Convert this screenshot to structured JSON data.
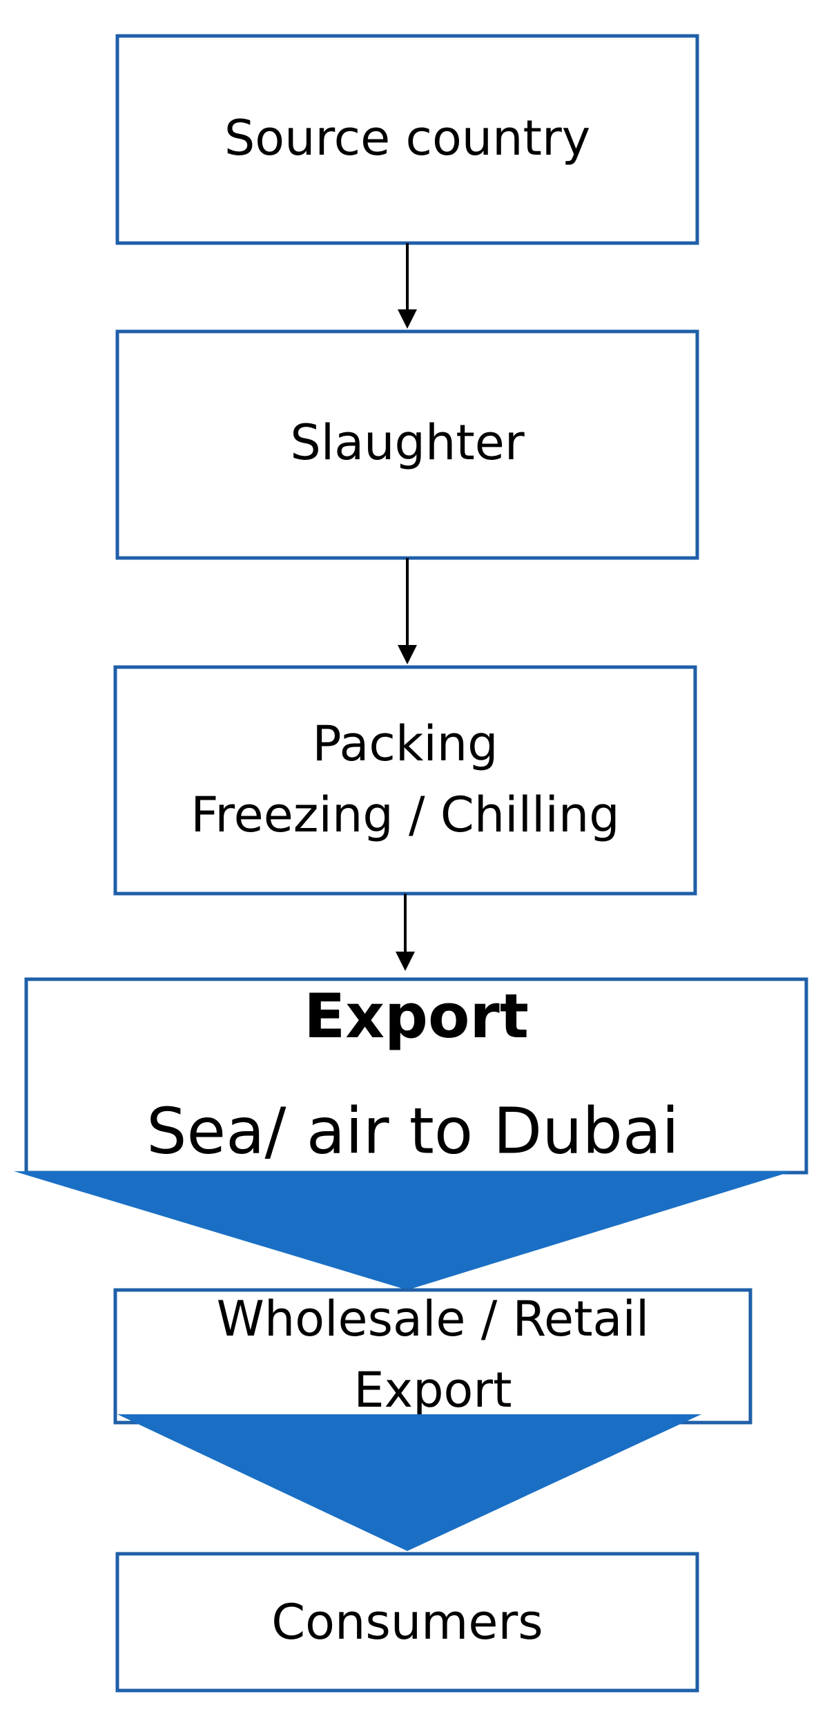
{
  "diagram": {
    "colors": {
      "box_border": "#1f5fa8",
      "funnel_fill": "#1a6fc4",
      "text": "#000000",
      "arrow": "#000000"
    },
    "nodes": {
      "source": {
        "label": "Source country"
      },
      "slaughter": {
        "label": "Slaughter"
      },
      "processing": {
        "line1": "Packing",
        "line2": "Freezing / Chilling"
      },
      "export": {
        "title": "Export",
        "subtitle": "Sea/ air to Dubai"
      },
      "wholesale": {
        "line1": "Wholesale / Retail",
        "line2": "Export"
      },
      "consumers": {
        "label": "Consumers"
      }
    }
  }
}
